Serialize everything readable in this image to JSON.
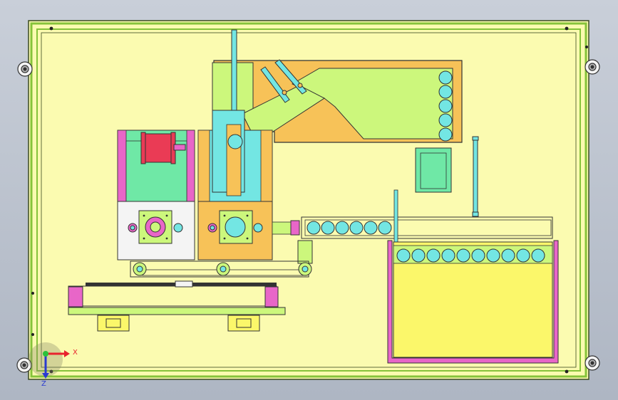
{
  "view": {
    "background_top": "#c9cfd9",
    "background_bottom": "#aeb6c3"
  },
  "colors": {
    "frame_fill": "#fbfbb0",
    "frame_edge": "#86c33a",
    "hopper_orange": "#f7c258",
    "green_plate": "#ccf77c",
    "mint": "#6fe8a6",
    "cyan": "#73e6e3",
    "magenta": "#e866c8",
    "red_spool": "#ea3b55",
    "tank_fill": "#fbf76a",
    "white_block": "#f4f4f4"
  },
  "triad": {
    "x_label": "X",
    "z_label": "Z",
    "x_color": "#e8222d",
    "z_color": "#2a3bd0",
    "y_color": "#2bc23a"
  },
  "counts": {
    "hopper_balls": 5,
    "chute_balls": 6,
    "tank_balls": 10
  }
}
